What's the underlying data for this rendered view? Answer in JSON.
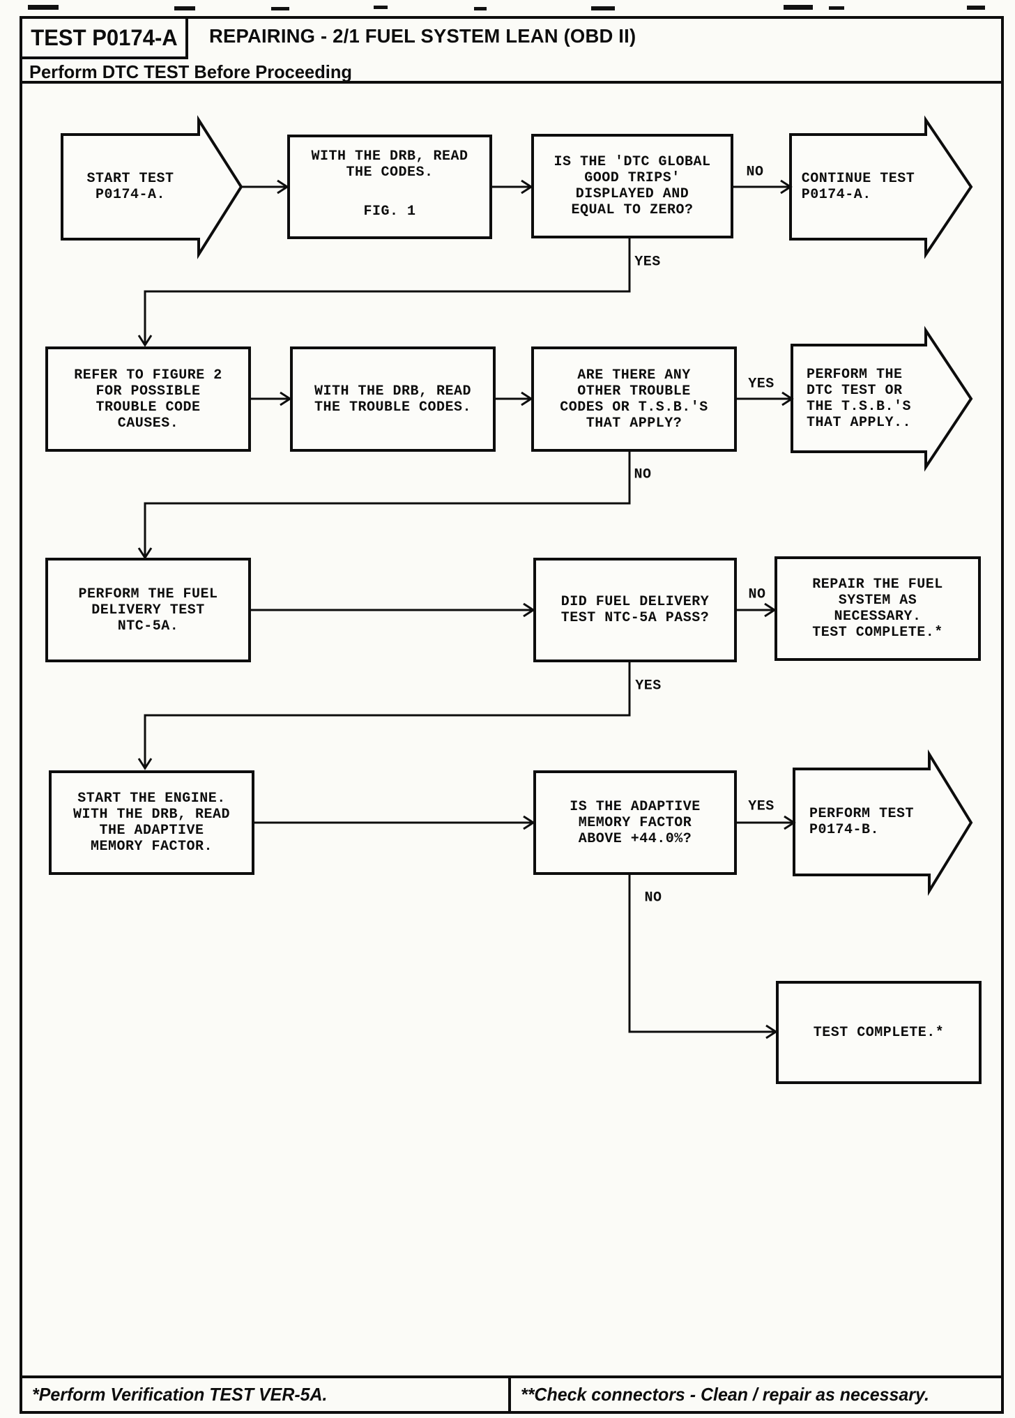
{
  "page": {
    "test_id": "TEST P0174-A",
    "title": "REPAIRING - 2/1 FUEL SYSTEM LEAN (OBD II)",
    "subtitle": "Perform DTC TEST Before Proceeding",
    "footer_left": "*Perform Verification TEST VER-5A.",
    "footer_right": "**Check connectors - Clean / repair as necessary."
  },
  "flowchart": {
    "nodes": {
      "start": "START TEST\nP0174-A.",
      "read_codes": "WITH THE DRB, READ\nTHE CODES.",
      "read_codes_fig": "FIG. 1",
      "q_good_trips": "IS THE 'DTC GLOBAL\nGOOD TRIPS'\nDISPLAYED AND\nEQUAL TO ZERO?",
      "continue_test": "CONTINUE TEST\nP0174-A.",
      "refer_figure2": "REFER TO FIGURE 2\nFOR POSSIBLE\nTROUBLE CODE\nCAUSES.",
      "read_trouble_codes": "WITH THE DRB, READ\nTHE TROUBLE CODES.",
      "q_other_codes": "ARE THERE ANY\nOTHER TROUBLE\nCODES OR T.S.B.'S\nTHAT APPLY?",
      "perform_dtc_tsb": "PERFORM THE\nDTC TEST OR\nTHE T.S.B.'S\nTHAT APPLY..",
      "fuel_delivery_test": "PERFORM THE FUEL\nDELIVERY TEST\nNTC-5A.",
      "q_fuel_pass": "DID FUEL DELIVERY\nTEST NTC-5A PASS?",
      "repair_fuel_system": "REPAIR THE FUEL\nSYSTEM AS\nNECESSARY.\nTEST COMPLETE.*",
      "start_engine": "START THE ENGINE.\nWITH THE DRB, READ\nTHE ADAPTIVE\nMEMORY FACTOR.",
      "q_adaptive_memory": "IS THE ADAPTIVE\nMEMORY FACTOR\nABOVE +44.0%?",
      "perform_p0174b": "PERFORM TEST\nP0174-B.",
      "test_complete": "TEST COMPLETE.*"
    },
    "labels": {
      "q1_no": "NO",
      "q1_yes": "YES",
      "q2_yes": "YES",
      "q2_no": "NO",
      "q3_no": "NO",
      "q3_yes": "YES",
      "q4_yes": "YES",
      "q4_no": "NO"
    }
  },
  "colors": {
    "ink": "#0d0d0d",
    "paper": "#fbfbf7"
  }
}
